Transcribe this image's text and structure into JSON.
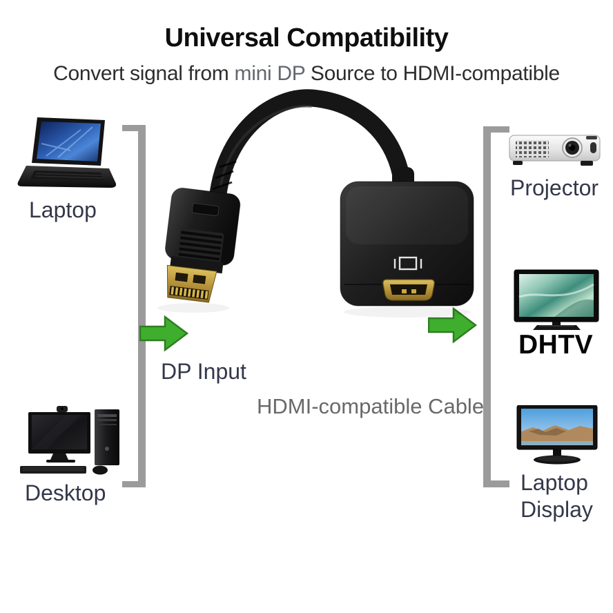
{
  "header": {
    "title": "Universal Compatibility",
    "subtitle_prefix": "Convert signal from ",
    "subtitle_highlight": "mini DP",
    "subtitle_suffix": " Source to HDMI-compatible"
  },
  "sources": {
    "laptop_label": "Laptop",
    "desktop_label": "Desktop"
  },
  "adapter": {
    "dp_side_label": "DP Input",
    "cable_label": "HDMI-compatible Cable"
  },
  "outputs": {
    "projector_label": "Projector",
    "tv_label": "DHTV",
    "monitor_label": "Laptop Display"
  },
  "images": {
    "laptop": "laptop-photo",
    "desktop": "desktop-pc-photo",
    "adapter": "dp-to-hdmi-adapter-photo",
    "projector": "projector-photo",
    "tv": "tv-photo",
    "monitor": "laptop-display-photo",
    "flow_arrow": "green-right-arrow"
  },
  "colors": {
    "arrow_green": "#3fae2f",
    "arrow_green_border": "#2e7d20",
    "bracket_gray": "#9b9b9b",
    "device_label": "#34374a",
    "cable_label": "#696969",
    "subtitle_highlight": "#63676d",
    "connector_gold": "#c9a83e"
  }
}
